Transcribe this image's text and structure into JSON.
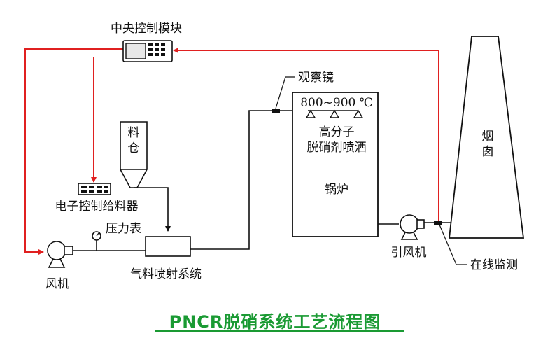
{
  "labels": {
    "central_control": "中央控制模块",
    "observation_mirror": "观察镜",
    "temperature": "800~900 ℃",
    "polymer_line1": "高分子",
    "polymer_line2": "脱硝剂喷洒",
    "boiler": "锅炉",
    "chimney_line1": "烟",
    "chimney_line2": "囱",
    "silo_line1": "料",
    "silo_line2": "仓",
    "electronic_feeder": "电子控制给料器",
    "pressure_gauge": "压力表",
    "fan": "风机",
    "pneumatic_injection": "气料喷射系统",
    "induced_fan": "引风机",
    "online_monitoring": "在线监测"
  },
  "caption": "PNCR脱硝系统工艺流程图",
  "colors": {
    "signal_line": "#e02020",
    "pipe_line": "#111111",
    "caption": "#1a9a33"
  }
}
